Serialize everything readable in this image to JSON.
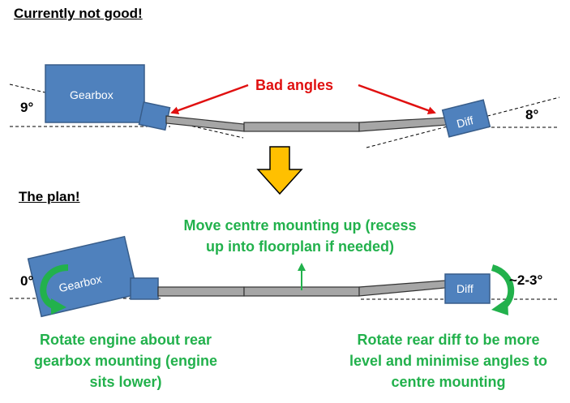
{
  "top": {
    "heading": "Currently not good!",
    "gearbox_label": "Gearbox",
    "diff_label": "Diff",
    "left_angle": "9°",
    "right_angle": "8°",
    "warning": "Bad angles"
  },
  "bottom": {
    "heading": "The plan!",
    "gearbox_label": "Gearbox",
    "diff_label": "Diff",
    "left_angle": "0°",
    "right_angle": "~2-3°",
    "centre_note_line1": "Move centre mounting up (recess",
    "centre_note_line2": "up into floorplan if needed)",
    "engine_note_line1": "Rotate engine about rear",
    "engine_note_line2": "gearbox mounting (engine",
    "engine_note_line3": "sits lower)",
    "diff_note_line1": "Rotate rear diff to be more",
    "diff_note_line2": "level and minimise angles to",
    "diff_note_line3": "centre mounting"
  },
  "colors": {
    "box_fill": "#4f81bd",
    "box_stroke": "#385d8a",
    "shaft_fill": "#a6a6a6",
    "arrow_red": "#e01010",
    "arrow_yellow": "#ffc000",
    "green": "#22b14c"
  }
}
